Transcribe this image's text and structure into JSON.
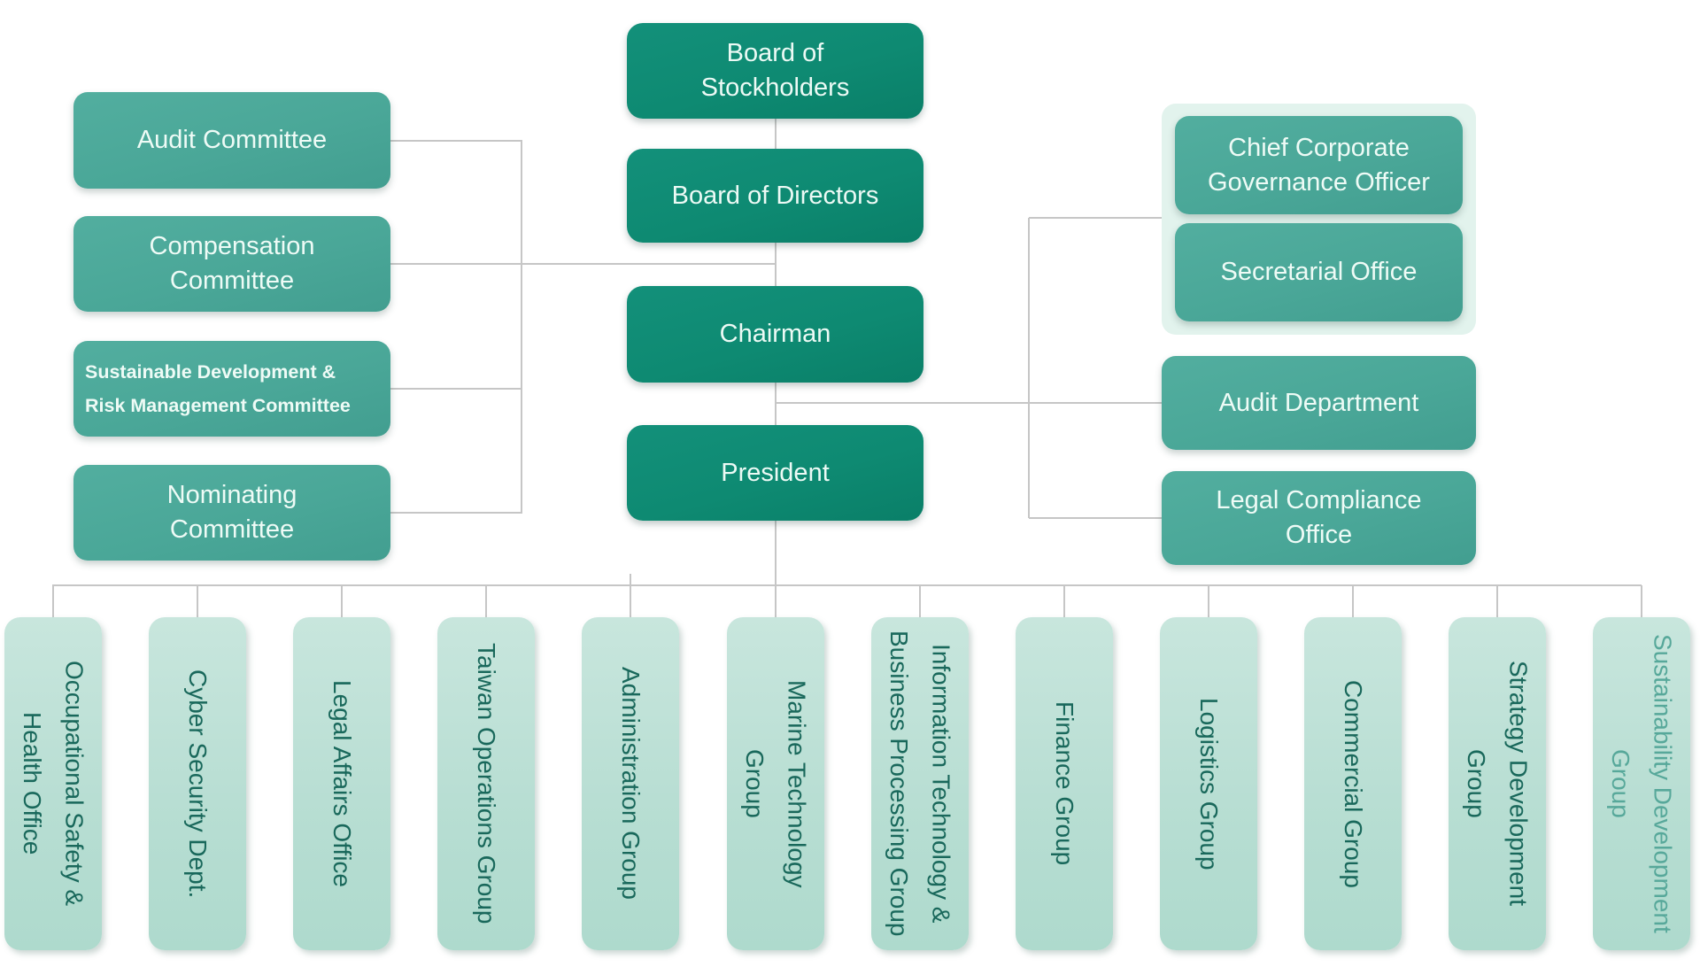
{
  "org": {
    "executive_chain": [
      {
        "id": "board-of-stockholders",
        "label": "Board of\nStockholders"
      },
      {
        "id": "board-of-directors",
        "label": "Board of Directors"
      },
      {
        "id": "chairman",
        "label": "Chairman"
      },
      {
        "id": "president",
        "label": "President"
      }
    ],
    "committees": [
      {
        "id": "audit-committee",
        "label": "Audit Committee"
      },
      {
        "id": "compensation-committee",
        "label": "Compensation\nCommittee"
      },
      {
        "id": "sustainable-development-risk-management-committee",
        "label": "Sustainable Development &\nRisk Management Committee"
      },
      {
        "id": "nominating-committee",
        "label": "Nominating\nCommittee"
      }
    ],
    "governance_group": [
      {
        "id": "chief-corporate-governance-officer",
        "label": "Chief Corporate\nGovernance Officer"
      },
      {
        "id": "secretarial-office",
        "label": "Secretarial Office"
      }
    ],
    "staff_units": [
      {
        "id": "audit-department",
        "label": "Audit Department"
      },
      {
        "id": "legal-compliance-office",
        "label": "Legal Compliance\nOffice"
      }
    ],
    "departments": [
      {
        "id": "occupational-safety-health-office",
        "label": "Occupational Safety &\nHealth Office"
      },
      {
        "id": "cyber-security-dept",
        "label": "Cyber Security Dept."
      },
      {
        "id": "legal-affairs-office",
        "label": "Legal Affairs Office"
      },
      {
        "id": "taiwan-operations-group",
        "label": "Taiwan Operations Group"
      },
      {
        "id": "administration-group",
        "label": "Administration Group"
      },
      {
        "id": "marine-technology-group",
        "label": "Marine Technology\nGroup"
      },
      {
        "id": "information-technology-business-processing-group",
        "label": "Information Technology &\nBusiness Processing Group"
      },
      {
        "id": "finance-group",
        "label": "Finance Group"
      },
      {
        "id": "logistics-group",
        "label": "Logistics Group"
      },
      {
        "id": "commercial-group",
        "label": "Commercial Group"
      },
      {
        "id": "strategy-development-group",
        "label": "Strategy Development\nGroup"
      },
      {
        "id": "sustainability-development-group",
        "label": "Sustainability Development\nGroup"
      }
    ],
    "colors": {
      "executive_box": "#0e8a72",
      "committee_box": "#4aa798",
      "department_box": "#b8ded3",
      "panel_background": "#e2f3ed",
      "department_text": "#19685b",
      "muted_department_text": "#57a89a",
      "box_text": "#eefbf6",
      "connector_line": "#c6c6c6"
    }
  }
}
